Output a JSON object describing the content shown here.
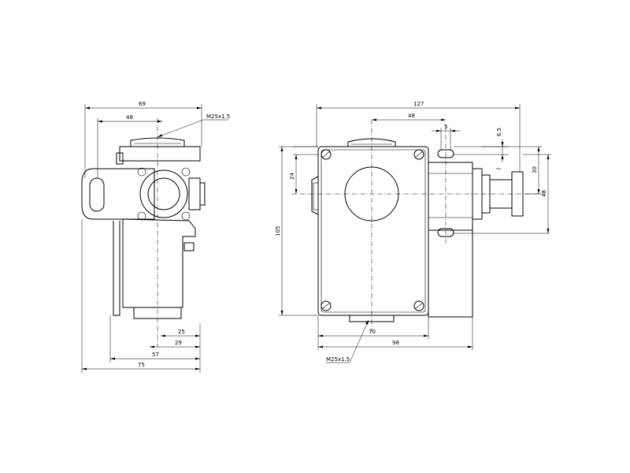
{
  "left_view": {
    "dims": {
      "width_top": "69",
      "offset_top": "48",
      "cable_entry": "M25x1.5",
      "d25": "25",
      "d29": "29",
      "d57": "57",
      "d75": "75"
    }
  },
  "right_view": {
    "dims": {
      "width_top": "127",
      "offset_top": "48",
      "d5": "5",
      "d6_5": "6.5",
      "d24": "24",
      "d30": "30",
      "d48": "48",
      "height": "105",
      "d70": "70",
      "d98": "98",
      "cable_entry": "M25x1.5"
    }
  }
}
